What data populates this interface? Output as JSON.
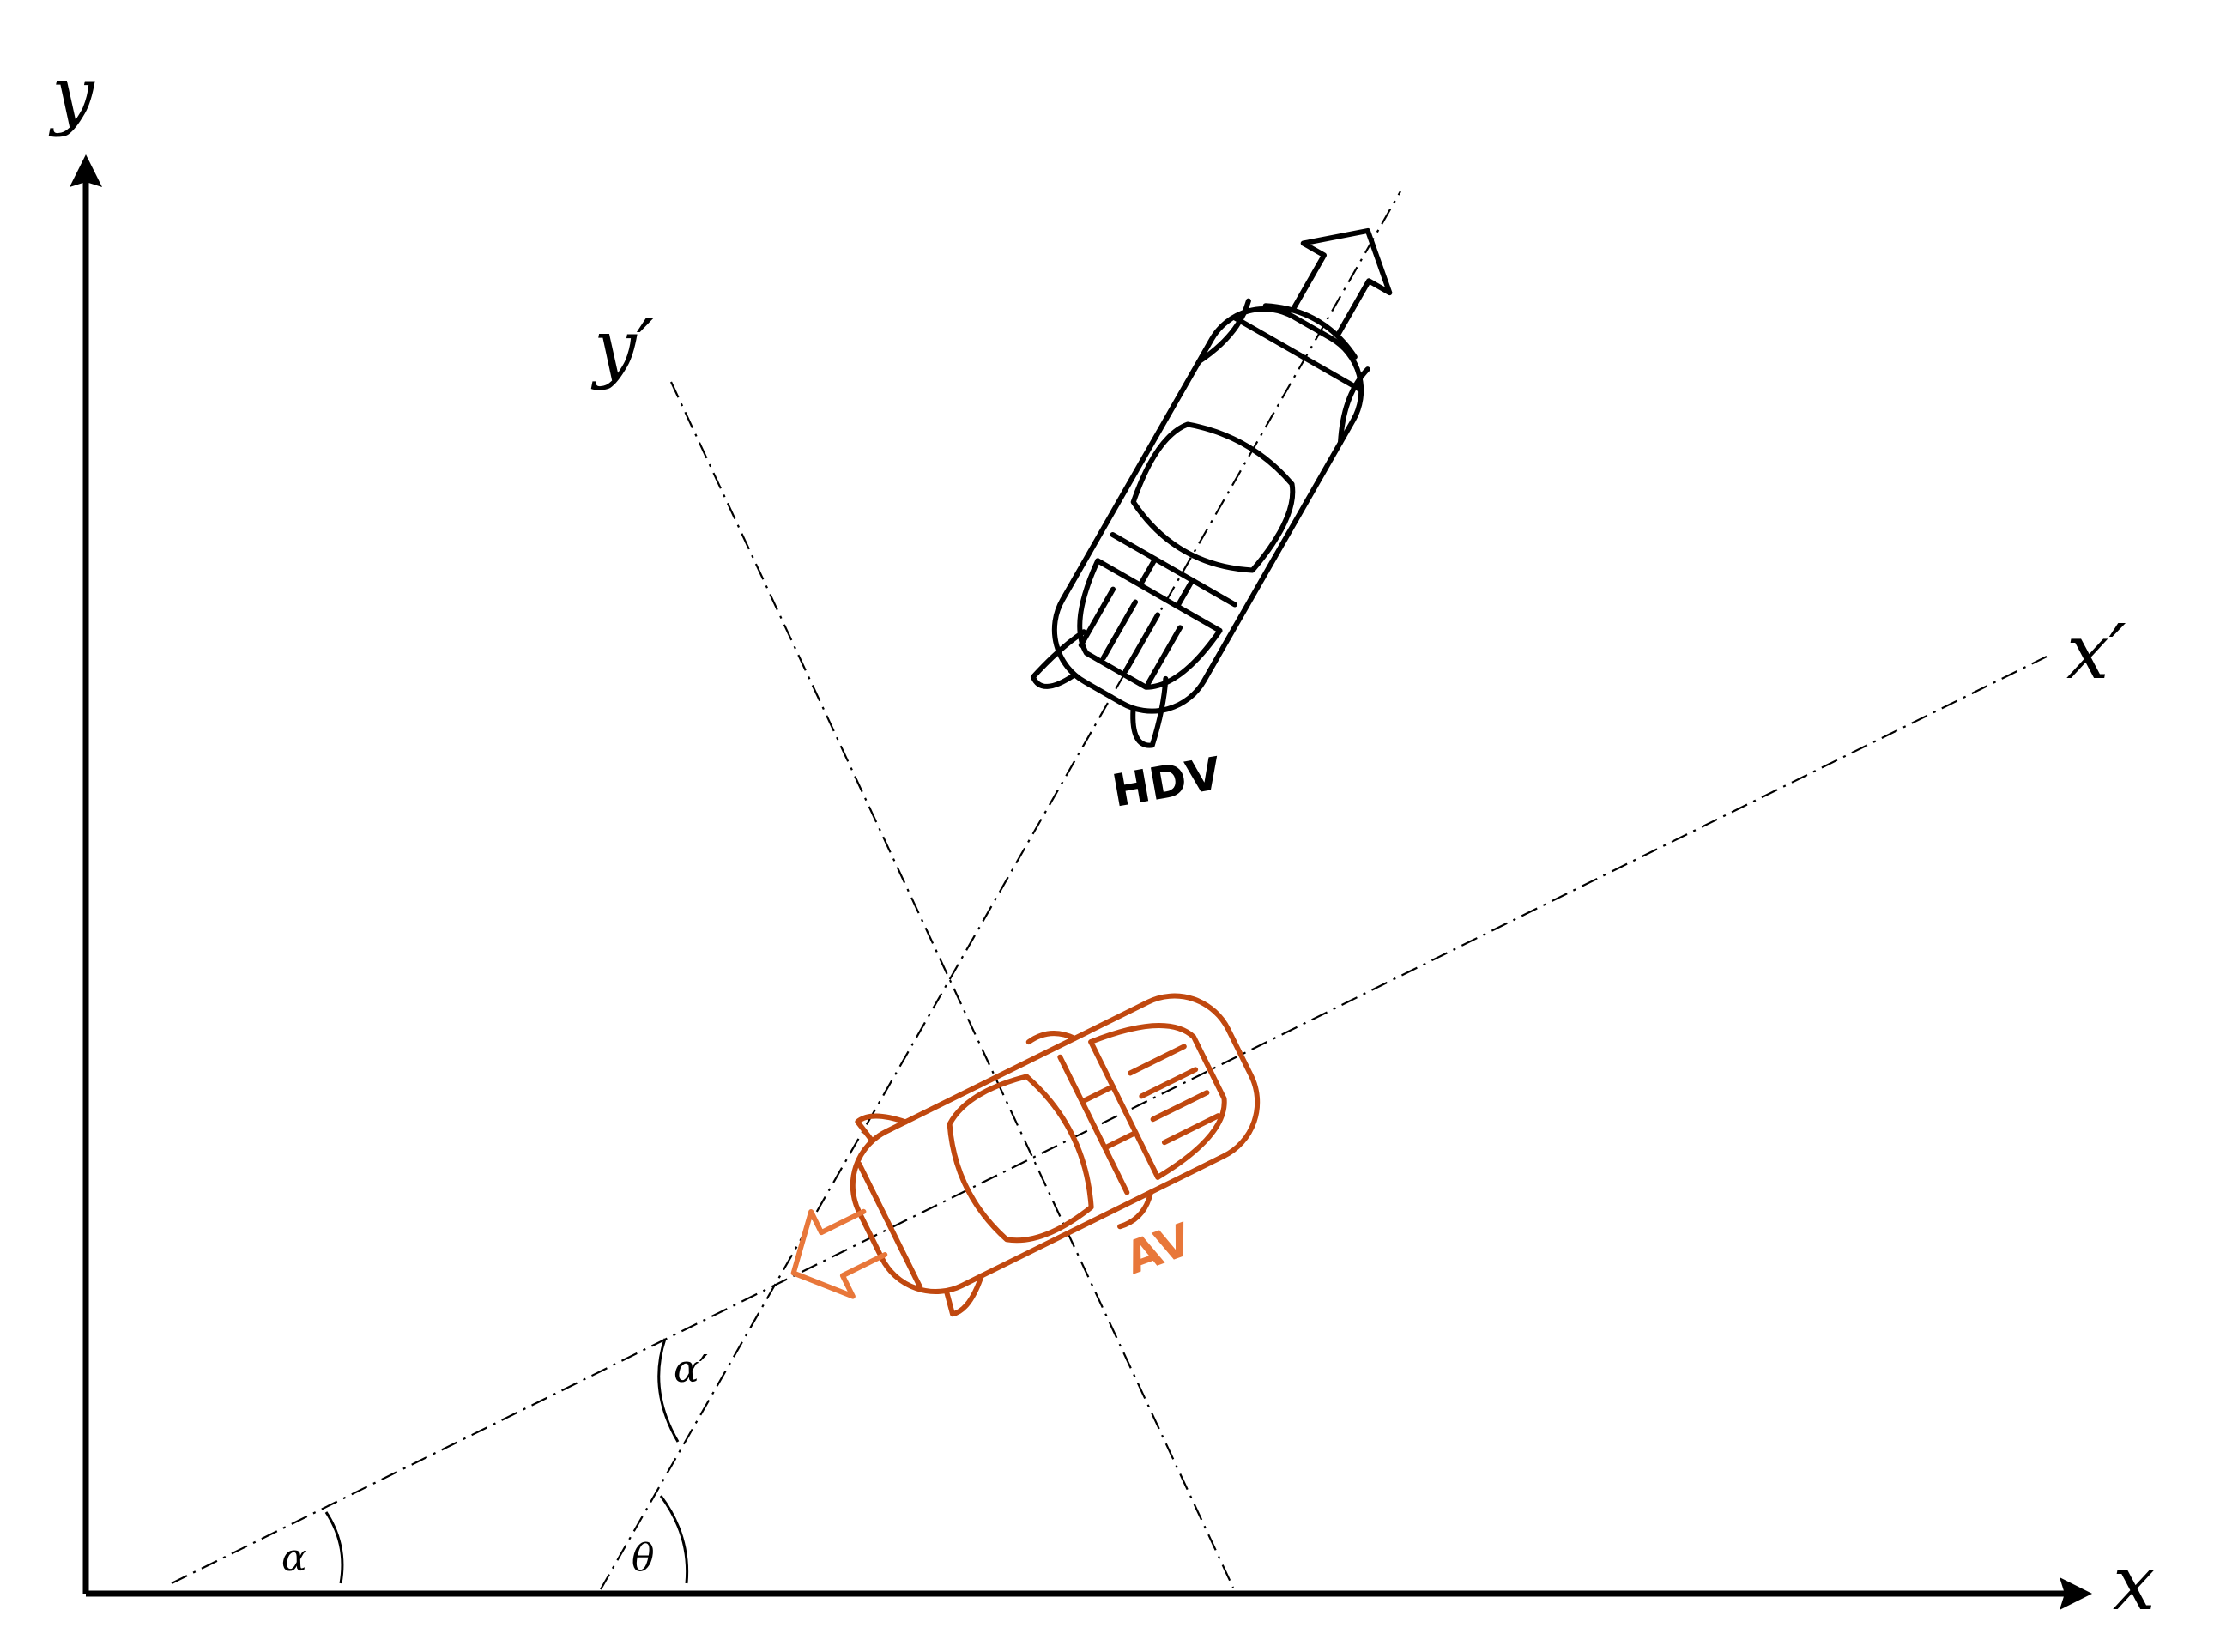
{
  "axes": {
    "x_label": "x",
    "y_label": "y",
    "x_prime_label": "x′",
    "y_prime_label": "y′"
  },
  "angles": {
    "alpha": "α",
    "alpha_prime": "α′",
    "theta": "θ"
  },
  "vehicles": {
    "hdv": {
      "label": "HDV",
      "color": "#000000"
    },
    "av": {
      "label": "AV",
      "color": "#C0480F",
      "label_color": "#E8773A",
      "arrow_color": "#E8773A"
    }
  }
}
